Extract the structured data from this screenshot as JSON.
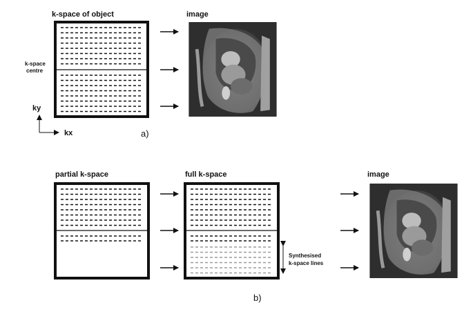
{
  "panel_a": {
    "kspace_title": "k-space of object",
    "image_title": "image",
    "centre_label_line1": "k-space",
    "centre_label_line2": "centre",
    "axis_y": "ky",
    "axis_x": "kx",
    "part_label": "a)"
  },
  "panel_b": {
    "partial_title": "partial k-space",
    "full_title": "full k-space",
    "image_title": "image",
    "synth_label_line1": "Synthesised",
    "synth_label_line2": "k-space lines",
    "part_label": "b)"
  },
  "colors": {
    "line": "#111111",
    "synth_line": "#9a9a9a",
    "mri_bg": "#3a3a3a"
  },
  "icons": [
    "arrow-right-icon",
    "mri-image",
    "double-arrow-icon"
  ]
}
